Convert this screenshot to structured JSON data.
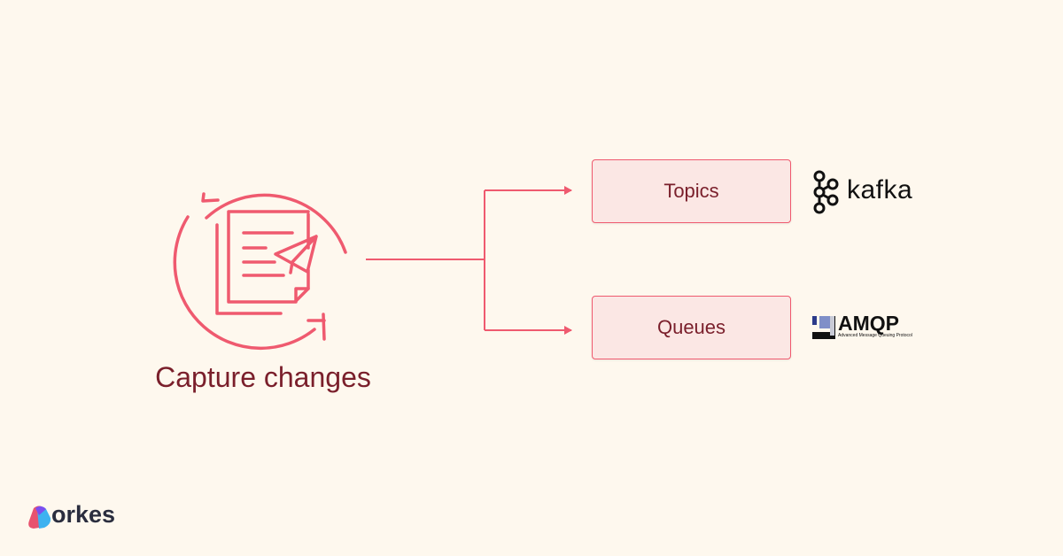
{
  "source": {
    "label": "Capture changes",
    "icon": "document-send-refresh-icon"
  },
  "targets": [
    {
      "label": "Topics",
      "logo": {
        "text": "kafka",
        "icon": "kafka-logo"
      }
    },
    {
      "label": "Queues",
      "logo": {
        "text": "AMQP",
        "subtitle": "Advanced Message Queuing Protocol",
        "icon": "amqp-logo"
      }
    }
  ],
  "brand": {
    "text": "orkes"
  },
  "colors": {
    "background": "#fef8ee",
    "accent": "#ef5a6f",
    "box_fill": "#fbe7e4",
    "text": "#7a1f2b"
  }
}
